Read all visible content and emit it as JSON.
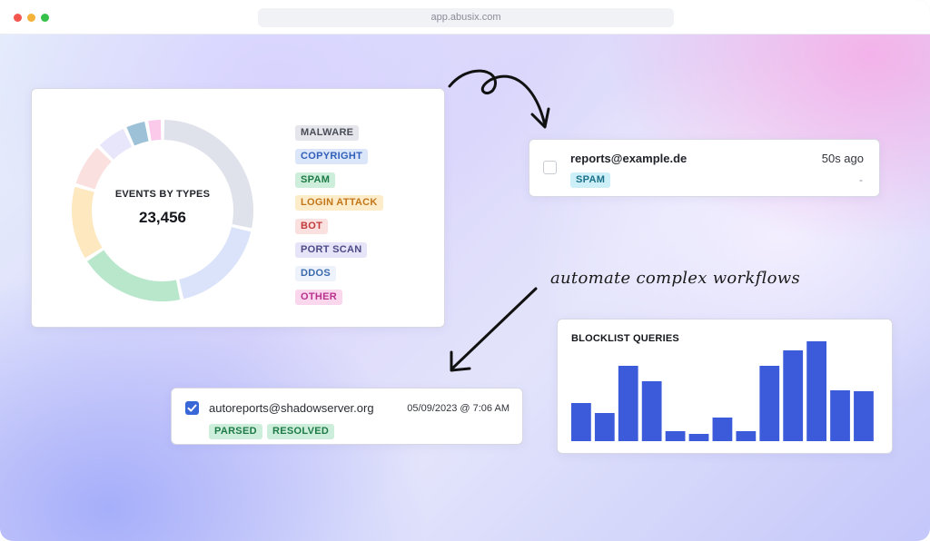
{
  "browser": {
    "url": "app.abusix.com"
  },
  "events_card": {
    "title": "EVENTS BY TYPES",
    "total": "23,456",
    "legend": [
      {
        "label": "MALWARE",
        "bg": "#e4e6ec",
        "fg": "#4a4d57"
      },
      {
        "label": "COPYRIGHT",
        "bg": "#dbe6fb",
        "fg": "#2f5fb8"
      },
      {
        "label": "SPAM",
        "bg": "#cdeedb",
        "fg": "#1e7a46"
      },
      {
        "label": "LOGIN ATTACK",
        "bg": "#fdecc9",
        "fg": "#c2761a"
      },
      {
        "label": "BOT",
        "bg": "#fbe0e0",
        "fg": "#c23a3a"
      },
      {
        "label": "PORT SCAN",
        "bg": "#e6e4f8",
        "fg": "#4d4a86"
      },
      {
        "label": "DDOS",
        "bg": "#eef3fb",
        "fg": "#3a6aad"
      },
      {
        "label": "OTHER",
        "bg": "#fbd7ee",
        "fg": "#b8328d"
      }
    ],
    "slices": [
      {
        "name": "MALWARE",
        "value": 25,
        "color": "#dfe2ea"
      },
      {
        "name": "COPYRIGHT",
        "value": 16,
        "color": "#dae3f9"
      },
      {
        "name": "SPAM",
        "value": 17,
        "color": "#b9e7cc"
      },
      {
        "name": "LOGIN ATTACK",
        "value": 12,
        "color": "#fde8bf"
      },
      {
        "name": "BOT",
        "value": 7,
        "color": "#fbe0e0"
      },
      {
        "name": "PORT SCAN",
        "value": 5,
        "color": "#e8e6fa"
      },
      {
        "name": "DDOS",
        "value": 3.5,
        "color": "#9dc1d6"
      },
      {
        "name": "OTHER",
        "value": 2.5,
        "color": "#fbc9e9"
      }
    ]
  },
  "mail_card_1": {
    "address": "reports@example.de",
    "time": "50s ago",
    "tag": {
      "label": "SPAM",
      "bg": "#cdeff8",
      "fg": "#1b7089"
    },
    "dash": "-",
    "checked": false
  },
  "annotation": {
    "text": "automate complex workflows"
  },
  "mail_card_2": {
    "address": "autoreports@shadowserver.org",
    "time": "05/09/2023 @ 7:06 AM",
    "tags": [
      {
        "label": "PARSED",
        "bg": "#cdeedb",
        "fg": "#1e7a46"
      },
      {
        "label": "RESOLVED",
        "bg": "#cdeedb",
        "fg": "#1e7a46"
      }
    ],
    "checked": true
  },
  "chart_data": {
    "type": "bar",
    "title": "BLOCKLIST QUERIES",
    "values": [
      42,
      31,
      83,
      66,
      11,
      8,
      26,
      11,
      83,
      100,
      110,
      56,
      55
    ],
    "ylim": [
      0,
      110
    ],
    "color": "#3b5bdb"
  }
}
